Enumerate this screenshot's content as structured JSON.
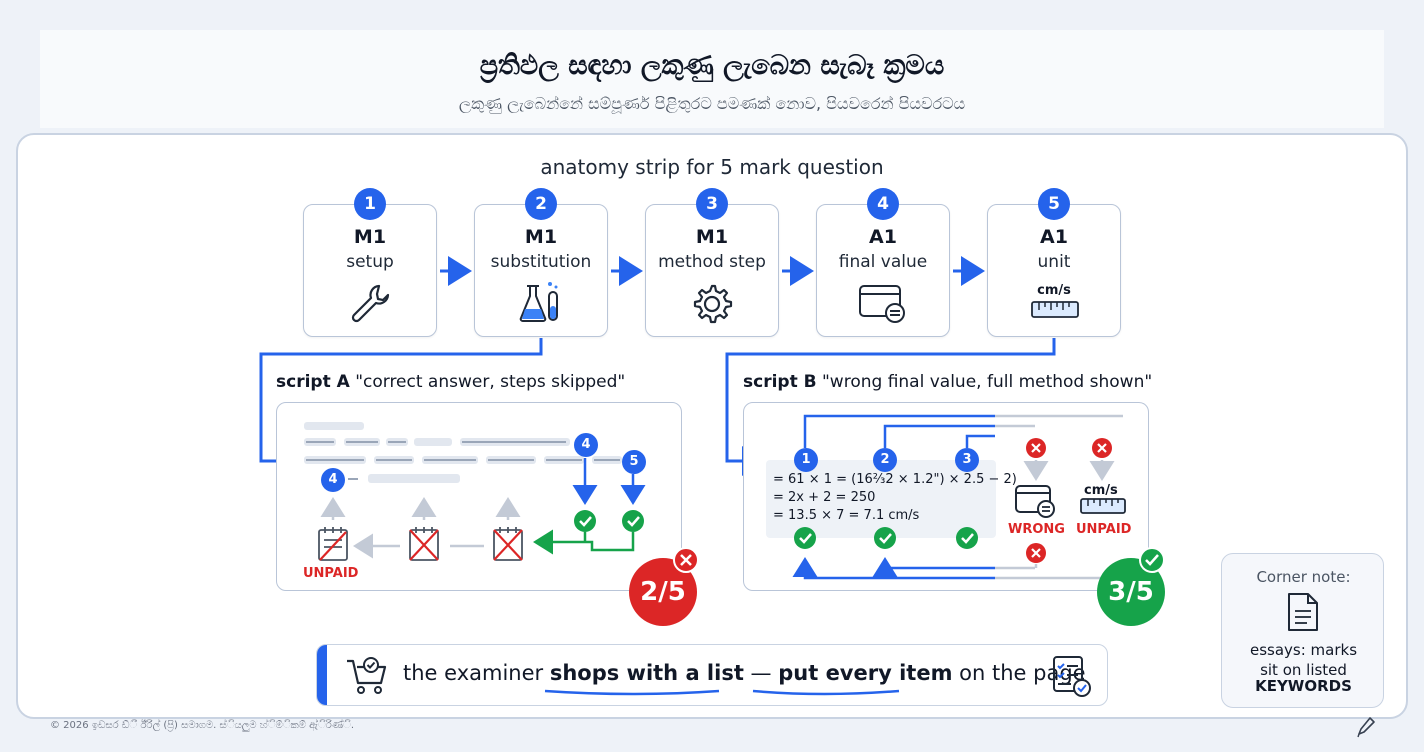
{
  "header": {
    "title": "ප්‍රතිඵල සඳහා ලකුණු ලැබෙන සැබෑ ක්‍රමය",
    "subtitle": "ලකුණු ලැබෙන්නේ සම්පූර්ණ පිළිතුරට පමණක් නොව, පියවරෙන් පියවරටය"
  },
  "strip": {
    "title": "anatomy strip for 5 mark question",
    "steps": [
      {
        "num": "1",
        "code": "M1",
        "label": "setup",
        "icon": "wrench-icon"
      },
      {
        "num": "2",
        "code": "M1",
        "label": "substitution",
        "icon": "lab-flask-icon"
      },
      {
        "num": "3",
        "code": "M1",
        "label": "method step",
        "icon": "gear-icon"
      },
      {
        "num": "4",
        "code": "A1",
        "label": "final value",
        "icon": "calculator-icon"
      },
      {
        "num": "5",
        "code": "A1",
        "label": "unit",
        "icon": "ruler-icon",
        "unit_text": "cm/s"
      }
    ]
  },
  "script_a": {
    "label": "script A",
    "quote": "\"correct answer, steps skipped\"",
    "markers": [
      "4",
      "5",
      "4"
    ],
    "unpaid": "UNPAID",
    "score": "2/5"
  },
  "script_b": {
    "label": "script B",
    "quote": "\"wrong final value, full method shown\"",
    "markers": [
      "1",
      "2",
      "3"
    ],
    "formula_lines": [
      "= 61 × 1 = (16⅔2 × 1.2\") × 2.5 − 2)",
      "= 2x + 2 = 250",
      "= 13.5 × 7 = 7.1 cm/s"
    ],
    "wrong": "WRONG",
    "unpaid": "UNPAID",
    "unit_text": "cm/s",
    "score": "3/5"
  },
  "banner": {
    "part1": "the examiner ",
    "highlight1": "shops with a list",
    "part2": " — ",
    "highlight2": "put every item",
    "part3": " on the page"
  },
  "corner_note": {
    "title": "Corner note:",
    "body": "essays: marks sit on listed",
    "keyword": "KEYWORDS"
  },
  "footer": "© 2026 ඉඩසර ඩ්ී ඊ්රිල් (ප්‍රි) සමාගම. ස්ියලුම හ්ිම්ිකම් ඇ්ිරිණ්ි.",
  "colors": {
    "blue": "#2563eb",
    "green": "#16a34a",
    "red": "#dc2626",
    "gray": "#c3cad6"
  }
}
